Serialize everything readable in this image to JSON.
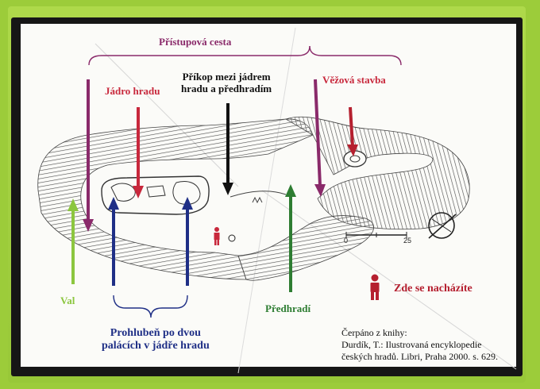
{
  "labels": {
    "pristupova_cesta": "Přístupová cesta",
    "jadro_hradu": "Jádro hradu",
    "prikop_line1": "Příkop mezi jádrem",
    "prikop_line2": "hradu a předhradím",
    "vezova_stavba": "Věžová stavba",
    "val": "Val",
    "prohlubne_line1": "Prohlubeň po dvou",
    "prohlubne_line2": "palácích v jádře hradu",
    "predhradi": "Předhradí",
    "zde_se_nachazite": "Zde se nacházíte"
  },
  "scale_bar": {
    "start": "0",
    "end": "25"
  },
  "credit": {
    "line1": "Čerpáno z knihy:",
    "line2": "Durdík, T.: Ilustrovaná encyklopedie",
    "line3": "českých hradů. Libri, Praha 2000. s. 629."
  },
  "colors": {
    "background_green": "#9ccc3a",
    "purple": "#8a2a6a",
    "red": "#c8283c",
    "navy": "#1f2f86",
    "black": "#111111",
    "lime": "#8cc63f",
    "dark_green": "#2e7d32",
    "dark_red": "#b51f2f"
  },
  "icons": {
    "person_marker": "person-icon",
    "compass": "compass-icon"
  }
}
